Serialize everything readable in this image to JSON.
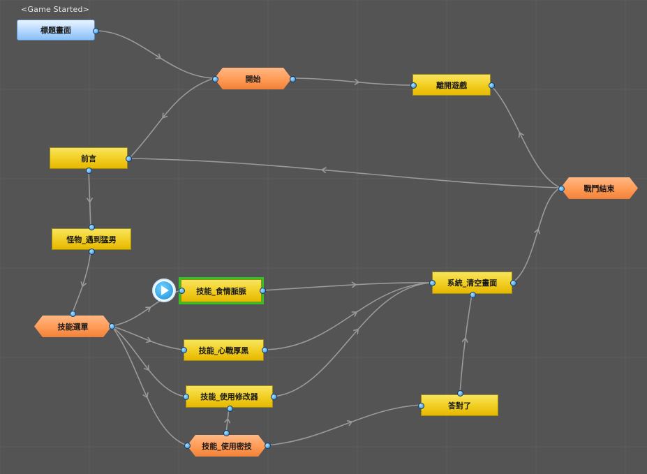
{
  "canvas": {
    "start_label": "<Game Started>"
  },
  "nodes": [
    {
      "id": "title_screen",
      "label": "標題畫面",
      "style": "blue"
    },
    {
      "id": "start",
      "label": "開始",
      "style": "hex"
    },
    {
      "id": "exit_game",
      "label": "離開遊戲",
      "style": "rect"
    },
    {
      "id": "prologue",
      "label": "前言",
      "style": "rect"
    },
    {
      "id": "battle_end",
      "label": "戰鬥結束",
      "style": "hex"
    },
    {
      "id": "monster_meet",
      "label": "怪物_遇到猛男",
      "style": "rect"
    },
    {
      "id": "skill_eat",
      "label": "技能_食情脈脈",
      "style": "rect",
      "selected": true
    },
    {
      "id": "clear_screen",
      "label": "系統_清空畫面",
      "style": "rect"
    },
    {
      "id": "skill_menu",
      "label": "技能選單",
      "style": "hex"
    },
    {
      "id": "skill_heart",
      "label": "技能_心戰厚黑",
      "style": "rect"
    },
    {
      "id": "skill_modifier",
      "label": "技能_使用修改器",
      "style": "rect"
    },
    {
      "id": "correct",
      "label": "答對了",
      "style": "rect"
    },
    {
      "id": "skill_secret",
      "label": "技能_使用密技",
      "style": "hex"
    }
  ],
  "edges": [
    {
      "from": "title_screen",
      "to": "start"
    },
    {
      "from": "start",
      "to": "exit_game"
    },
    {
      "from": "start",
      "to": "prologue"
    },
    {
      "from": "battle_end",
      "to": "prologue"
    },
    {
      "from": "battle_end",
      "to": "exit_game"
    },
    {
      "from": "prologue",
      "to": "monster_meet"
    },
    {
      "from": "monster_meet",
      "to": "skill_menu"
    },
    {
      "from": "skill_menu",
      "to": "skill_eat"
    },
    {
      "from": "skill_menu",
      "to": "skill_heart"
    },
    {
      "from": "skill_menu",
      "to": "skill_modifier"
    },
    {
      "from": "skill_menu",
      "to": "skill_secret"
    },
    {
      "from": "skill_eat",
      "to": "clear_screen"
    },
    {
      "from": "skill_heart",
      "to": "clear_screen"
    },
    {
      "from": "skill_modifier",
      "to": "clear_screen"
    },
    {
      "from": "skill_secret",
      "to": "skill_modifier"
    },
    {
      "from": "skill_secret",
      "to": "correct"
    },
    {
      "from": "correct",
      "to": "clear_screen"
    },
    {
      "from": "clear_screen",
      "to": "battle_end"
    }
  ],
  "colors": {
    "background": "#545454",
    "grid": "#5d5d5d",
    "edge": "#9a9a9a",
    "node_yellow": "#f3d22a",
    "node_orange": "#ff9a55",
    "node_blue": "#bcdcff",
    "selected_outline": "#33c224"
  },
  "icons": {
    "current_node_marker": "play-icon"
  }
}
